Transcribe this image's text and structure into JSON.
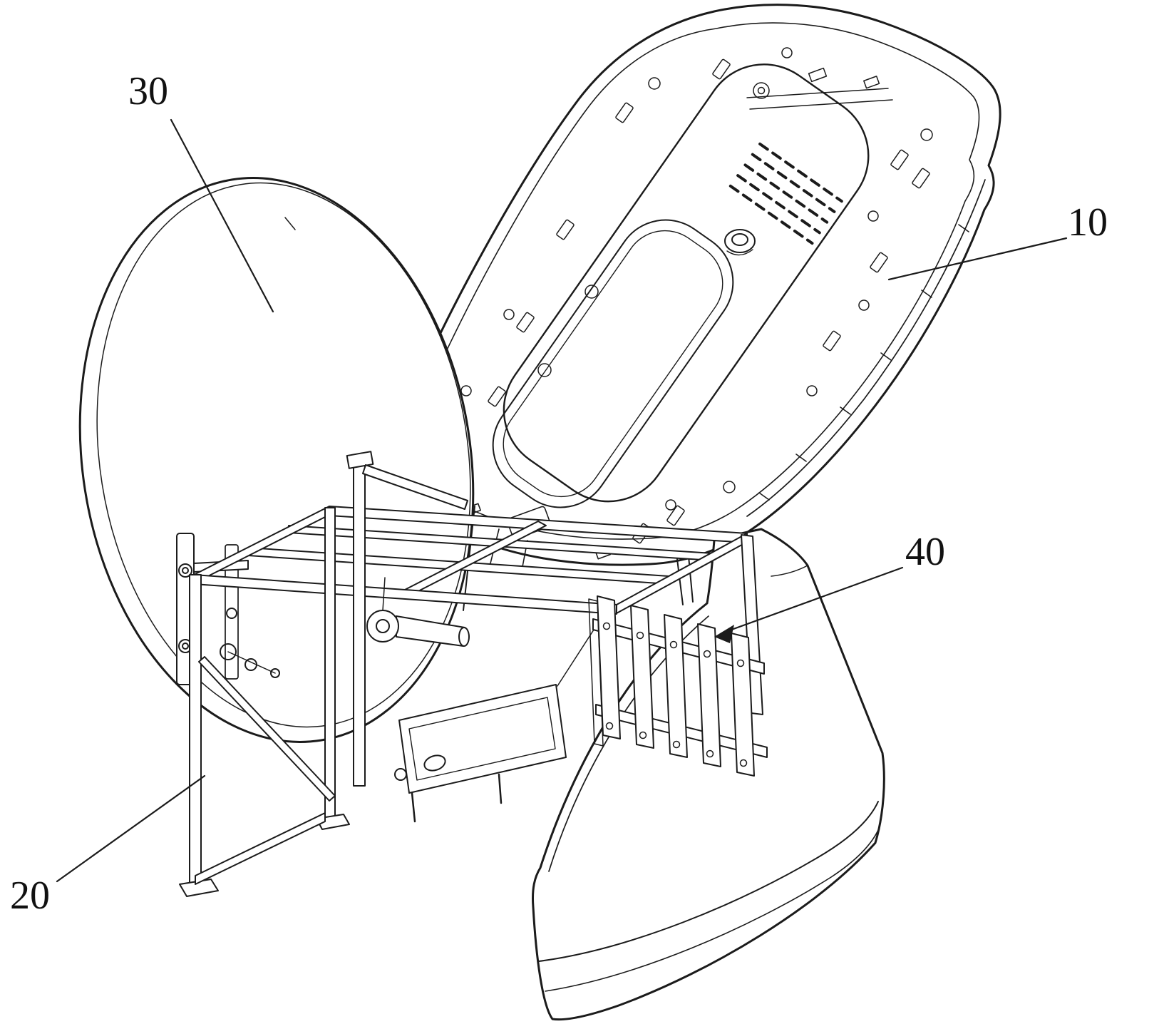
{
  "figure": {
    "background_color": "#ffffff",
    "line_color": "#1b1b1b",
    "labels": {
      "part10": "10",
      "part20": "20",
      "part30": "30",
      "part40": "40"
    }
  }
}
